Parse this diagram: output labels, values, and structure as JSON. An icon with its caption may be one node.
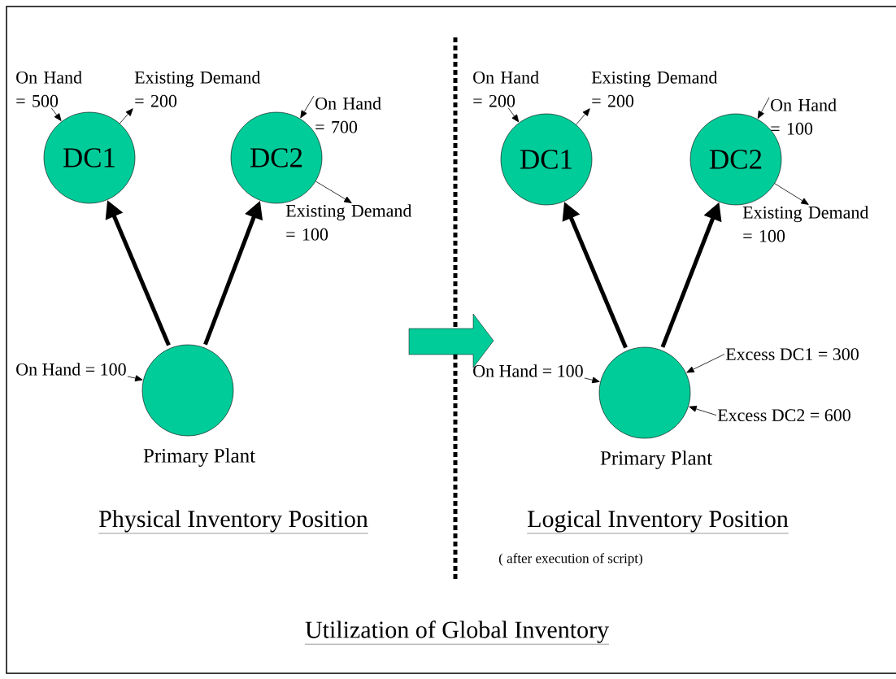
{
  "diagram": {
    "caption": "Utilization of Global Inventory",
    "nodes": [
      {
        "text": [
          "DC1"
        ]
      },
      {
        "text": [
          "DC2"
        ]
      },
      {
        "text": [],
        "shape": "circle",
        "beside": [
          "Primary Plant"
        ]
      },
      {
        "text": [
          "On Hand = 500"
        ]
      },
      {
        "text": [
          "Existing Demand = 200"
        ]
      },
      {
        "text": [
          "On Hand = 700"
        ]
      },
      {
        "text": [
          "Existing Demand = 100"
        ]
      },
      {
        "text": [
          "On Hand = 100"
        ]
      },
      {
        "text": [
          "DC1"
        ]
      },
      {
        "text": [
          "DC2"
        ]
      },
      {
        "text": [],
        "shape": "circle",
        "beside": [
          "Primary Plant"
        ]
      },
      {
        "text": [
          "On Hand = 200"
        ]
      },
      {
        "text": [
          "Existing Demand = 200"
        ]
      },
      {
        "text": [
          "On Hand = 100"
        ]
      },
      {
        "text": [
          "Existing Demand = 100"
        ]
      },
      {
        "text": [
          "On Hand = 100"
        ]
      },
      {
        "text": [
          "Excess DC1 = 300"
        ]
      },
      {
        "text": [
          "Excess DC2 = 600"
        ]
      }
    ],
    "edges": [
      {
        "from": 2,
        "to": 0,
        "arrow": "to",
        "style": "thick"
      },
      {
        "from": 2,
        "to": 1,
        "arrow": "to",
        "style": "thick"
      },
      {
        "from": 3,
        "to": 0,
        "arrow": "to"
      },
      {
        "from": 0,
        "to": 4,
        "arrow": "to"
      },
      {
        "from": 5,
        "to": 1,
        "arrow": "to"
      },
      {
        "from": 1,
        "to": 6,
        "arrow": "to"
      },
      {
        "from": 7,
        "to": 2,
        "arrow": "to"
      },
      {
        "from": 10,
        "to": 8,
        "arrow": "to",
        "style": "thick"
      },
      {
        "from": 10,
        "to": 9,
        "arrow": "to",
        "style": "thick"
      },
      {
        "from": 11,
        "to": 8,
        "arrow": "to"
      },
      {
        "from": 8,
        "to": 12,
        "arrow": "to"
      },
      {
        "from": 13,
        "to": 9,
        "arrow": "to"
      },
      {
        "from": 9,
        "to": 14,
        "arrow": "to"
      },
      {
        "from": 15,
        "to": 10,
        "arrow": "to"
      },
      {
        "from": 16,
        "to": 10,
        "arrow": "to"
      },
      {
        "from": 17,
        "to": 10,
        "arrow": "to"
      }
    ],
    "labels": [
      "Physical Inventory Position",
      "Logical Inventory Position",
      "( after execution of script)"
    ]
  }
}
